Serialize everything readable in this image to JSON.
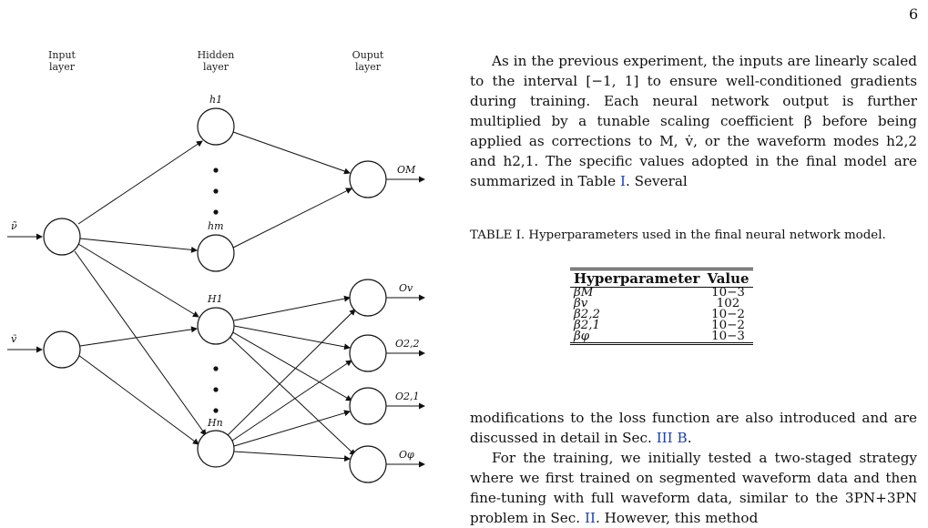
{
  "page_number": "6",
  "diagram": {
    "layers": [
      "Input\nlayer",
      "Hidden\nlayer",
      "Ouput\nlayer"
    ],
    "inputs": [
      "ν̃",
      "ṽ"
    ],
    "hidden_top": [
      "h1",
      "hm"
    ],
    "hidden_bottom": [
      "H1",
      "Hn"
    ],
    "outputs": [
      "OM",
      "Ov",
      "O2,2",
      "O2,1",
      "Oφ"
    ]
  },
  "para1": {
    "text": "As in the previous experiment, the inputs are linearly scaled to the interval [−1, 1] to ensure well-conditioned gradients during training. Each neural network output is further multiplied by a tunable scaling coefficient β before being applied as corrections to M, v̇, or the waveform modes h2,2 and h2,1. The specific values adopted in the final model are summarized in Table",
    "table_ref": "I",
    "tail": ". Several"
  },
  "caption": "TABLE I. Hyperparameters used in the final neural network model.",
  "table": {
    "headers": [
      "Hyperparameter",
      "Value"
    ],
    "rows": [
      {
        "param": "βM",
        "value": "10−3"
      },
      {
        "param": "βv",
        "value": "102"
      },
      {
        "param": "β2,2",
        "value": "10−2"
      },
      {
        "param": "β2,1",
        "value": "10−2"
      },
      {
        "param": "βφ",
        "value": "10−3"
      }
    ]
  },
  "para2": {
    "line1": "modifications to the loss function are also introduced and are discussed in detail in Sec.",
    "sec_ref": "III B",
    "line1_end": ".",
    "line2": "For the training, we initially tested a two-staged strategy where we first trained on segmented waveform data and then fine-tuning with full waveform data, similar to",
    "line3": "the 3PN+3PN problem in Sec.",
    "sec_ref2": "II",
    "line3_end": ". However, this method"
  },
  "colors": {
    "link": "#1a3fb0",
    "text": "#111111"
  }
}
